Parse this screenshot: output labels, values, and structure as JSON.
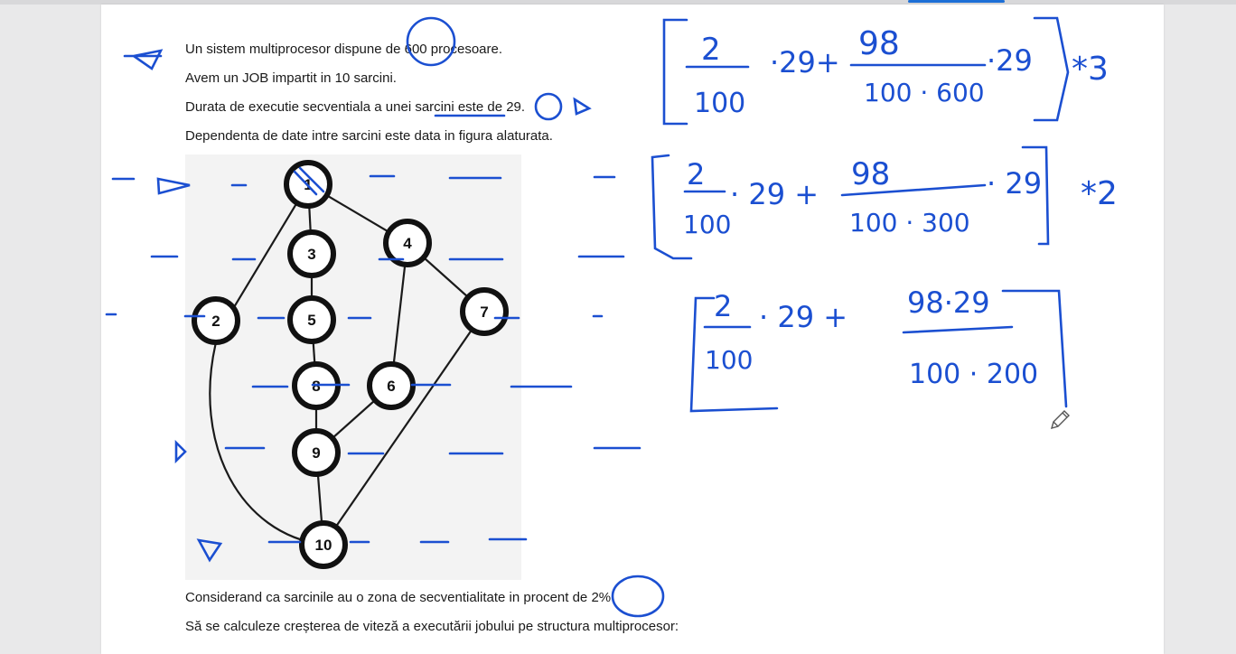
{
  "document": {
    "lines": [
      "Un sistem multiprocesor dispune de 600 procesoare.",
      "Avem un JOB impartit in 10 sarcini.",
      "Durata de executie  secventiala a unei sarcini este de 29.",
      "Dependenta de date intre sarcini este data in figura alaturata.",
      "Considerand ca sarcinile au o zona de secventialitate in procent de 2%.",
      "Să se calculeze creșterea de viteză a  executării jobului pe structura multiprocesor:"
    ]
  },
  "graph": {
    "nodes": [
      "1",
      "3",
      "4",
      "2",
      "5",
      "7",
      "8",
      "6",
      "9",
      "10"
    ]
  },
  "handwriting": {
    "eq1": {
      "num1": "2",
      "den1": "100",
      "mid": "·29+",
      "num2": "98",
      "den2": "100 · 600",
      "tail": "·29",
      "mult": "*3"
    },
    "eq2": {
      "num1": "2",
      "den1": "100",
      "mid": "· 29 +",
      "num2": "98",
      "den2": "100 · 300",
      "tail": "· 29",
      "mult": "*2"
    },
    "eq3": {
      "num1": "2",
      "den1": "100",
      "mid": "· 29 +",
      "num2": "98·29",
      "den2": "100 · 200"
    }
  },
  "colors": {
    "ink": "#1b4fd1",
    "text": "#1a1a1a",
    "accent": "#1d6fd6"
  },
  "icons": [
    "pencil-icon"
  ]
}
